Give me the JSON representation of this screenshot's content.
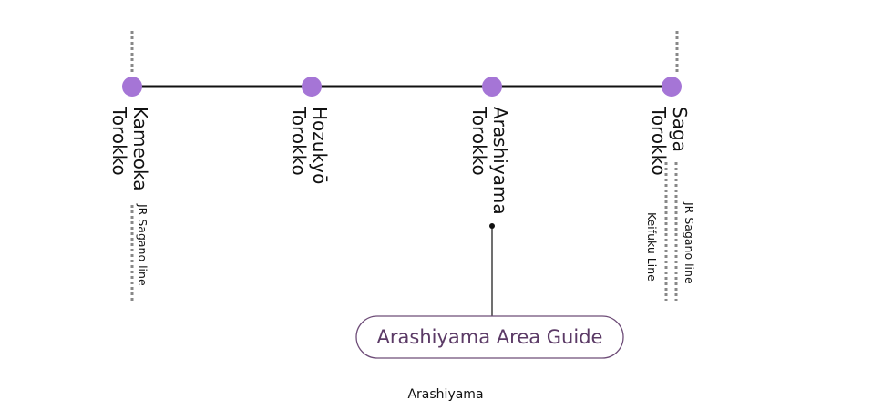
{
  "map": {
    "line_color": "#111111",
    "station_color": "#a575d6",
    "connector_color": "#888888",
    "guide_border_color": "#6e4d78",
    "guide_text_color": "#5b3a66"
  },
  "stations": [
    {
      "line1": "Kameoka",
      "line2": "Torokko"
    },
    {
      "line1": "Hozukyō",
      "line2": "Torokko"
    },
    {
      "line1": "Arashiyama",
      "line2": "Torokko"
    },
    {
      "line1": "Saga",
      "line2": "Torokko"
    }
  ],
  "connections": {
    "kameoka": "JR Sagano line",
    "saga_jr": "JR Sagano line",
    "saga_keifuku": "Keifuku  Line"
  },
  "guide": {
    "label": "Arashiyama Area Guide"
  },
  "area": {
    "label": "Arashiyama"
  }
}
